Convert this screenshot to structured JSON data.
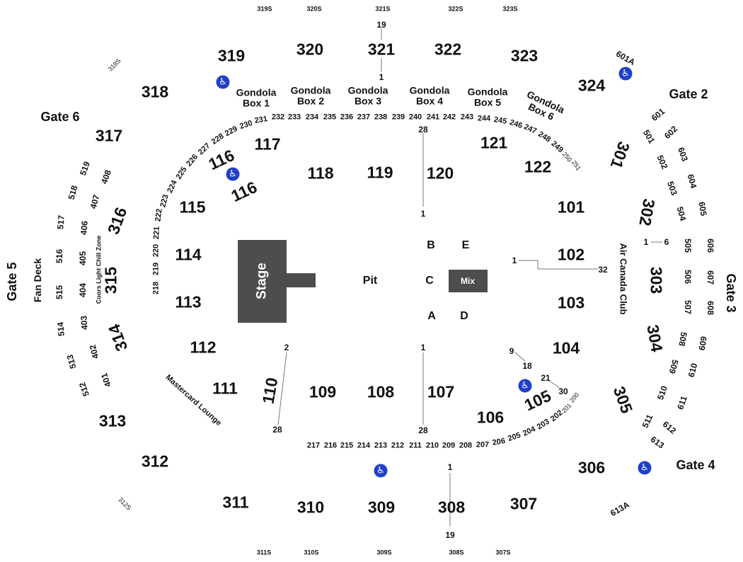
{
  "upper_sections": [
    "319",
    "320",
    "321",
    "322",
    "323",
    "324",
    "318",
    "317",
    "316",
    "315",
    "314",
    "313",
    "312",
    "311",
    "310",
    "309",
    "308",
    "307",
    "306",
    "305",
    "304",
    "303",
    "302",
    "301"
  ],
  "upper_suite_labels": [
    "319S",
    "320S",
    "321S",
    "322S",
    "323S",
    "318S",
    "312S",
    "311S",
    "310S",
    "309S",
    "308S",
    "307S",
    "601A",
    "613A"
  ],
  "lower_sections": [
    "117",
    "118",
    "119",
    "120",
    "121",
    "122",
    "101",
    "102",
    "103",
    "104",
    "105",
    "106",
    "107",
    "108",
    "109",
    "110",
    "111",
    "112",
    "113",
    "114",
    "115",
    "116",
    "116"
  ],
  "mid_rows_top": [
    "218",
    "219",
    "220",
    "221",
    "222",
    "223",
    "224",
    "225",
    "226",
    "227",
    "228",
    "229",
    "230",
    "231",
    "232",
    "233",
    "234",
    "235",
    "236",
    "237",
    "238",
    "239",
    "240",
    "241",
    "242",
    "243",
    "244",
    "245",
    "246",
    "247",
    "248",
    "249",
    "250",
    "251"
  ],
  "mid_rows_bottom": [
    "217",
    "216",
    "215",
    "214",
    "213",
    "212",
    "211",
    "210",
    "209",
    "208",
    "207",
    "206",
    "205",
    "204",
    "203",
    "202",
    "201",
    "200"
  ],
  "left_loge": [
    "519",
    "518",
    "517",
    "516",
    "515",
    "514",
    "513",
    "512",
    "408",
    "407",
    "406",
    "405",
    "404",
    "403",
    "402",
    "401"
  ],
  "right_loge": [
    "601",
    "602",
    "603",
    "604",
    "605",
    "606",
    "607",
    "608",
    "609",
    "610",
    "611",
    "612",
    "613",
    "501",
    "502",
    "503",
    "504",
    "505",
    "506",
    "507",
    "508",
    "509",
    "510",
    "511"
  ],
  "gates": [
    "Gate 2",
    "Gate 6",
    "Gate 5",
    "Gate 3",
    "Gate 4"
  ],
  "gondola_boxes": [
    "Gondola Box 1",
    "Gondola Box 2",
    "Gondola Box 3",
    "Gondola Box 4",
    "Gondola Box 5",
    "Gondola Box 6"
  ],
  "zones": {
    "fan_deck": "Fan Deck",
    "chill_zone": "Coors Light Chill Zone",
    "club": "Air Canada Club",
    "lounge": "Mastercard Lounge"
  },
  "floor": {
    "stage": "Stage",
    "pit": "Pit",
    "mix": "Mix",
    "areas": [
      "A",
      "B",
      "C",
      "D",
      "E"
    ]
  },
  "row_markers": [
    "19",
    "1",
    "28",
    "1",
    "1",
    "6",
    "1",
    "32",
    "2",
    "28",
    "1",
    "28",
    "9",
    "18",
    "21",
    "30",
    "1",
    "19"
  ],
  "icons": {
    "accessible": "wheelchair-icon",
    "accent_color": "#2040c8",
    "block_color": "#4d4d4d"
  }
}
